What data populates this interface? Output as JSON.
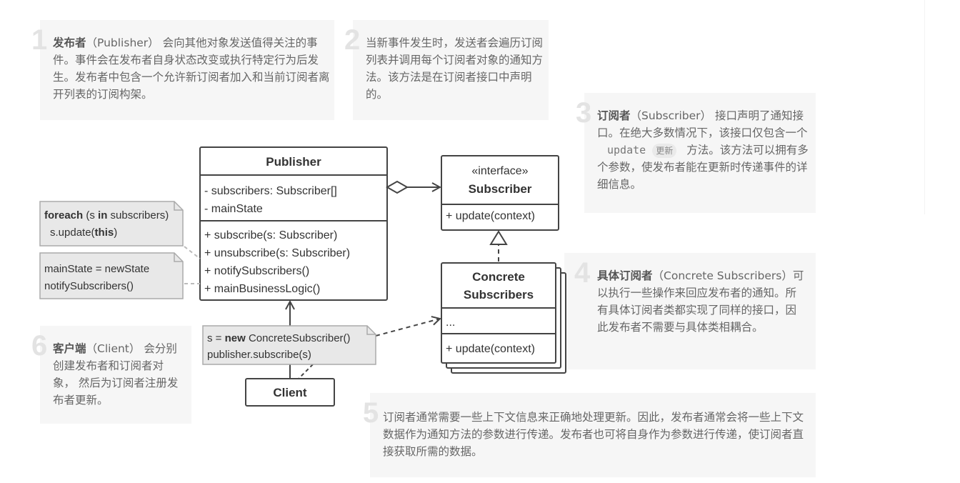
{
  "notes": {
    "n1": {
      "num": "1",
      "bold": "发布者",
      "text": "（Publisher） 会向其他对象发送值得关注的事件。事件会在发布者自身状态改变或执行特定行为后发生。发布者中包含一个允许新订阅者加入和当前订阅者离开列表的订阅构架。"
    },
    "n2": {
      "num": "2",
      "text": "当新事件发生时，发送者会遍历订阅列表并调用每个订阅者对象的通知方法。该方法是在订阅者接口中声明的。"
    },
    "n3": {
      "num": "3",
      "bold": "订阅者",
      "text_a": "（Subscriber） 接口声明了通知接口。在绝大多数情况下，该接口仅包含一个",
      "code": "update",
      "chip": "更新",
      "text_b": "方法。该方法可以拥有多个参数，使发布者能在更新时传递事件的详细信息。"
    },
    "n4": {
      "num": "4",
      "bold": "具体订阅者",
      "text": "（Concrete Subscribers）可以执行一些操作来回应发布者的通知。所有具体订阅者类都实现了同样的接口，因此发布者不需要与具体类相耦合。"
    },
    "n5": {
      "num": "5",
      "text": "订阅者通常需要一些上下文信息来正确地处理更新。因此，发布者通常会将一些上下文数据作为通知方法的参数进行传递。发布者也可将自身作为参数进行传递，使订阅者直接获取所需的数据。"
    },
    "n6": {
      "num": "6",
      "bold": "客户端",
      "text": "（Client） 会分别创建发布者和订阅者对象， 然后为订阅者注册发布者更新。"
    }
  },
  "publisher": {
    "name": "Publisher",
    "fields": [
      "- subscribers: Subscriber[]",
      "- mainState"
    ],
    "methods": [
      "+ subscribe(s: Subscriber)",
      "+ unsubscribe(s: Subscriber)",
      "+ notifySubscribers()",
      "+ mainBusinessLogic()"
    ]
  },
  "subscriber": {
    "stereotype": "«interface»",
    "name": "Subscriber",
    "methods": [
      "+ update(context)"
    ]
  },
  "concrete": {
    "name_line1": "Concrete",
    "name_line2": "Subscribers",
    "fields": [
      "..."
    ],
    "methods": [
      "+ update(context)"
    ]
  },
  "client": {
    "name": "Client"
  },
  "code_notes": {
    "foreach": {
      "kw1": "foreach",
      "p1": " (s ",
      "kw2": "in",
      "p2": " subscribers)",
      "l2a": "s.update(",
      "l2kw": "this",
      "l2b": ")"
    },
    "state": {
      "line1": "mainState = newState",
      "line2": "notifySubscribers()"
    },
    "client": {
      "l1a": "s = ",
      "l1kw": "new",
      "l1b": " ConcreteSubscriber()",
      "line2": "publisher.subscribe(s)"
    }
  },
  "colors": {
    "box_fill": "#ffffff",
    "box_stroke": "#444444",
    "note_fill": "#e8e8e8",
    "note_stroke": "#aaaaaa",
    "panel": "#f6f6f6"
  }
}
